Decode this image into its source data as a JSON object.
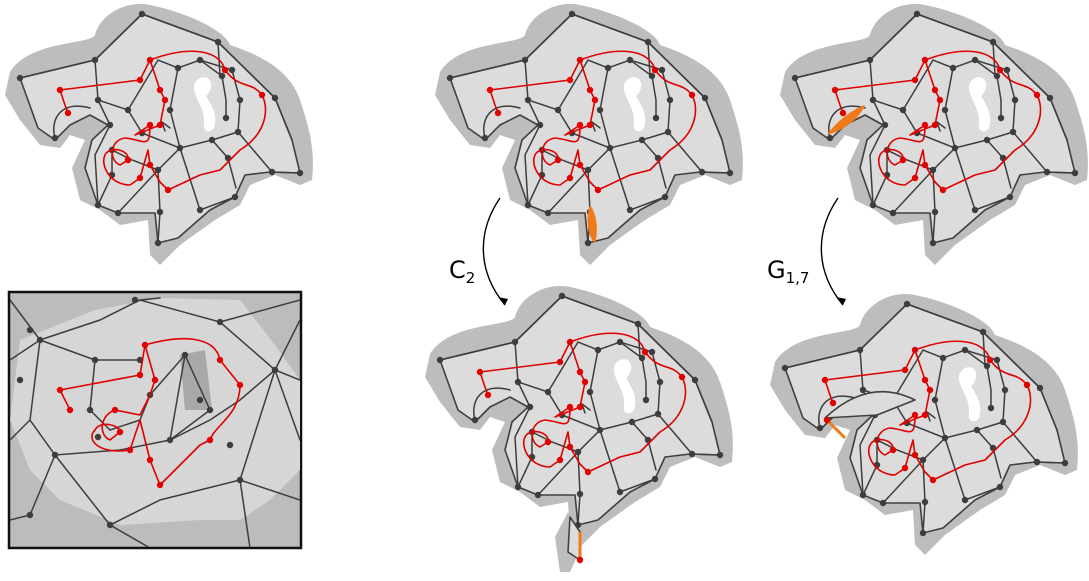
{
  "operations": [
    {
      "symbol": "C",
      "subscript": "2"
    },
    {
      "symbol": "G",
      "subscript": "1,7"
    }
  ],
  "colors": {
    "halo": "#bdbdbd",
    "region": "#dcdcdc",
    "graph": "#3d3d3d",
    "path": "#e00000",
    "highlight": "#f07a1a"
  }
}
